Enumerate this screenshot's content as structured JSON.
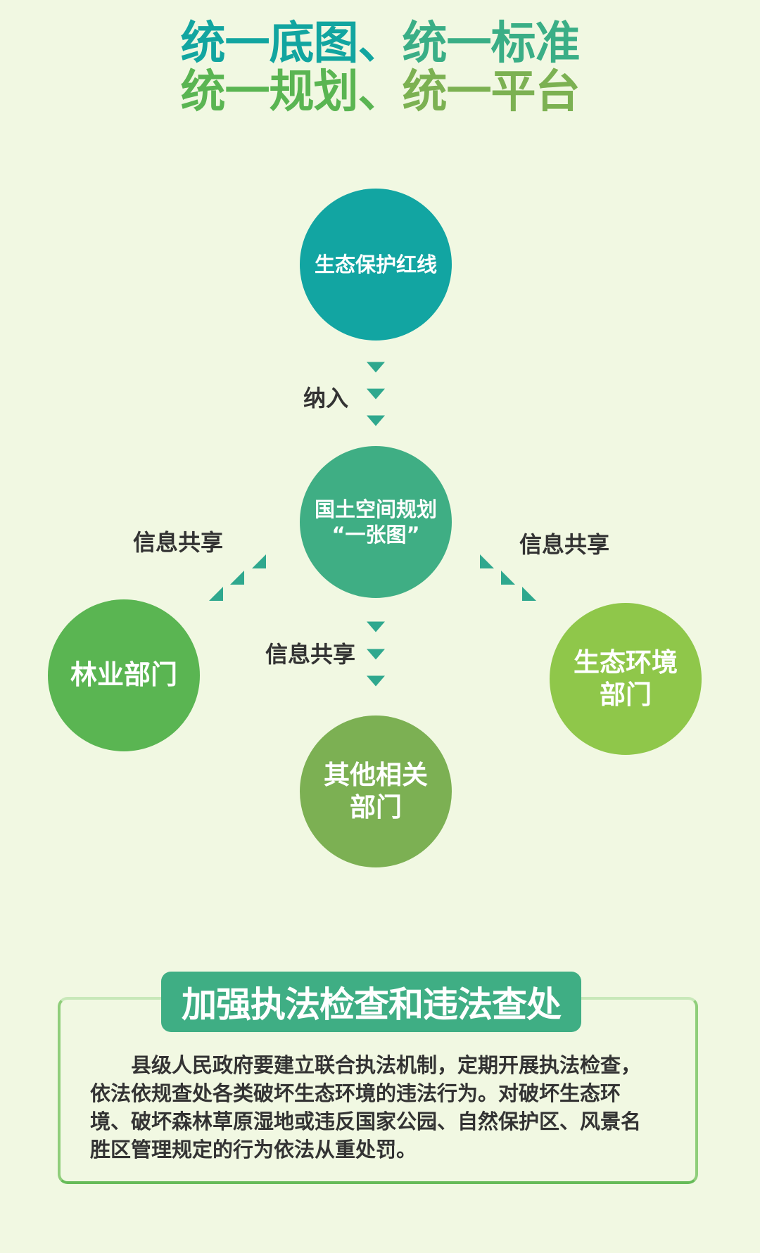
{
  "title": {
    "line1_a": "统一底图、",
    "line1_b": "统一标准",
    "line2_a": "统一规划、",
    "line2_b": "统一平台"
  },
  "diagram": {
    "top_node": "生态保护红线",
    "include_label": "纳入",
    "center_node_line1": "国土空间规划",
    "center_node_line2": "“一张图”",
    "share_left_label": "信息共享",
    "share_right_label": "信息共享",
    "share_down_label": "信息共享",
    "left_node": "林业部门",
    "right_node_line1": "生态环境",
    "right_node_line2": "部门",
    "bottom_node_line1": "其他相关",
    "bottom_node_line2": "部门"
  },
  "section": {
    "heading": "加强执法检查和违法查处",
    "lines": [
      "县级人民政府要建立联合执法机制，定期开展执法检查，",
      "依法依规查处各类破坏生态环境的违法行为。对破坏生态环",
      "境、破坏森林草原湿地或违反国家公园、自然保护区、风景名",
      "胜区管理规定的行为依法从重处罚。"
    ]
  },
  "colors": {
    "background": "#f1f8e2",
    "teal": "#12a5a2",
    "green_mid": "#3fae84",
    "green": "#5ab552",
    "lime": "#8fc74a",
    "olive": "#7cb053"
  }
}
